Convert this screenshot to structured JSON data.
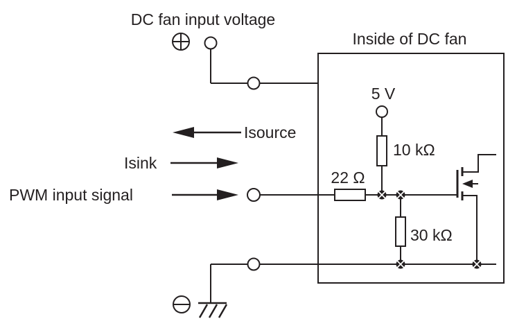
{
  "diagram": {
    "title": "DC fan input voltage",
    "box_label": "Inside of DC fan",
    "supply_label": "5 V",
    "arrows": {
      "isource": "Isource",
      "isink": "Isink",
      "pwm": "PWM input signal"
    },
    "resistors": {
      "pullup": "10 kΩ",
      "series": "22 Ω",
      "pulldown": "30 kΩ"
    },
    "icons": {
      "positive_terminal": "plus-in-circle",
      "negative_terminal": "minus-in-circle",
      "ground": "chassis-ground"
    },
    "colors": {
      "ink": "#231f20",
      "background": "#ffffff"
    }
  }
}
